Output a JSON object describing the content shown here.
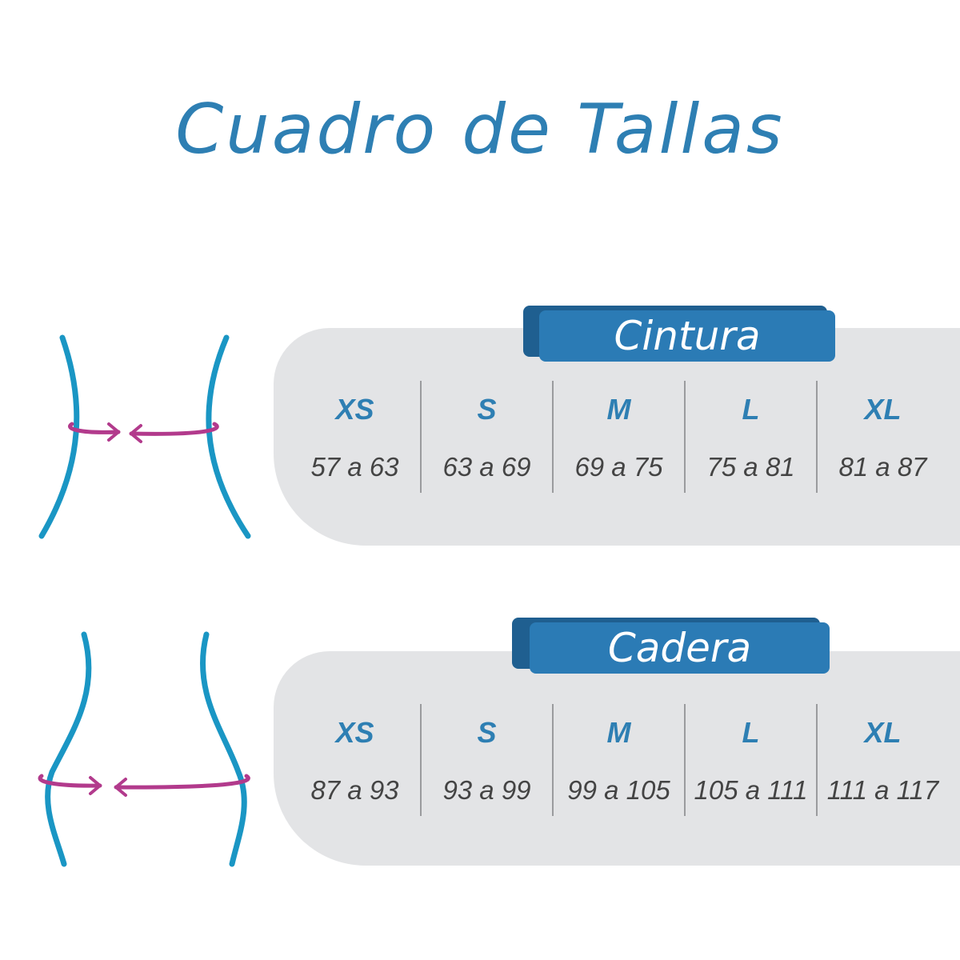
{
  "title": "Cuadro de Tallas",
  "colors": {
    "accent": "#2e7fb3",
    "tab": "#2b7bb5",
    "panel": "#e3e4e6",
    "arrow": "#b23a8c",
    "range_text": "#444444"
  },
  "tables": [
    {
      "label": "Cintura",
      "icon": "waist-figure-icon",
      "sizes": [
        "XS",
        "S",
        "M",
        "L",
        "XL"
      ],
      "ranges": [
        "57 a 63",
        "63 a 69",
        "69 a 75",
        "75 a 81",
        "81 a 87"
      ]
    },
    {
      "label": "Cadera",
      "icon": "hip-figure-icon",
      "sizes": [
        "XS",
        "S",
        "M",
        "L",
        "XL"
      ],
      "ranges": [
        "87 a 93",
        "93 a 99",
        "99 a 105",
        "105 a 111",
        "111 a 117"
      ]
    }
  ]
}
